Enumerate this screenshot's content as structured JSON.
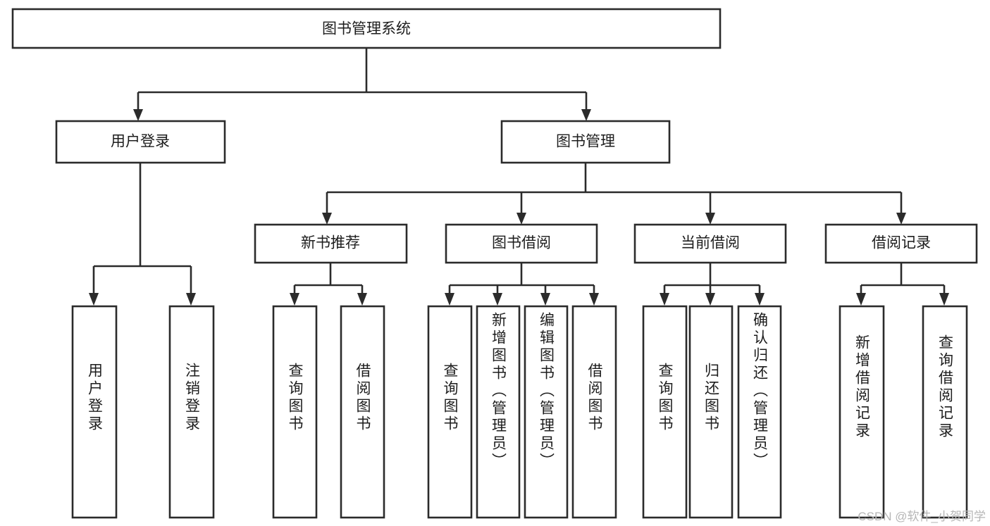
{
  "diagram": {
    "type": "tree-hierarchy-chart",
    "title": "图书管理系统",
    "watermark": "CSDN @软件_小贺同学",
    "colors": {
      "stroke": "#2b2b2b",
      "box_fill": "#ffffff",
      "text": "#1d1d1d",
      "background": "#ffffff",
      "watermark": "#b6b6b6"
    },
    "levels": [
      {
        "level": 1,
        "nodes": [
          {
            "id": "root",
            "label": "图书管理系统",
            "orientation": "horizontal"
          }
        ]
      },
      {
        "level": 2,
        "nodes": [
          {
            "id": "login",
            "label": "用户登录",
            "orientation": "horizontal",
            "parent": "root"
          },
          {
            "id": "bookmgmt",
            "label": "图书管理",
            "orientation": "horizontal",
            "parent": "root"
          }
        ]
      },
      {
        "level": 3,
        "nodes": [
          {
            "id": "newbook",
            "label": "新书推荐",
            "orientation": "horizontal",
            "parent": "bookmgmt"
          },
          {
            "id": "borrow",
            "label": "图书借阅",
            "orientation": "horizontal",
            "parent": "bookmgmt"
          },
          {
            "id": "current",
            "label": "当前借阅",
            "orientation": "horizontal",
            "parent": "bookmgmt"
          },
          {
            "id": "records",
            "label": "借阅记录",
            "orientation": "horizontal",
            "parent": "bookmgmt"
          }
        ]
      },
      {
        "level": 4,
        "nodes": [
          {
            "id": "leaf-1",
            "label": "用户登录",
            "orientation": "vertical",
            "parent": "login"
          },
          {
            "id": "leaf-2",
            "label": "注销登录",
            "orientation": "vertical",
            "parent": "login"
          },
          {
            "id": "leaf-3",
            "label": "查询图书",
            "orientation": "vertical",
            "parent": "newbook"
          },
          {
            "id": "leaf-4",
            "label": "借阅图书",
            "orientation": "vertical",
            "parent": "newbook"
          },
          {
            "id": "leaf-5",
            "label": "查询图书",
            "orientation": "vertical",
            "parent": "borrow"
          },
          {
            "id": "leaf-6",
            "label": "新增图书（管理员）",
            "orientation": "vertical",
            "parent": "borrow"
          },
          {
            "id": "leaf-7",
            "label": "编辑图书（管理员）",
            "orientation": "vertical",
            "parent": "borrow"
          },
          {
            "id": "leaf-8",
            "label": "借阅图书",
            "orientation": "vertical",
            "parent": "borrow"
          },
          {
            "id": "leaf-9",
            "label": "查询图书",
            "orientation": "vertical",
            "parent": "current"
          },
          {
            "id": "leaf-10",
            "label": "归还图书",
            "orientation": "vertical",
            "parent": "current"
          },
          {
            "id": "leaf-11",
            "label": "确认归还（管理员）",
            "orientation": "vertical",
            "parent": "current"
          },
          {
            "id": "leaf-12",
            "label": "新增借阅记录",
            "orientation": "vertical",
            "parent": "records"
          },
          {
            "id": "leaf-13",
            "label": "查询借阅记录",
            "orientation": "vertical",
            "parent": "records"
          }
        ]
      }
    ]
  }
}
